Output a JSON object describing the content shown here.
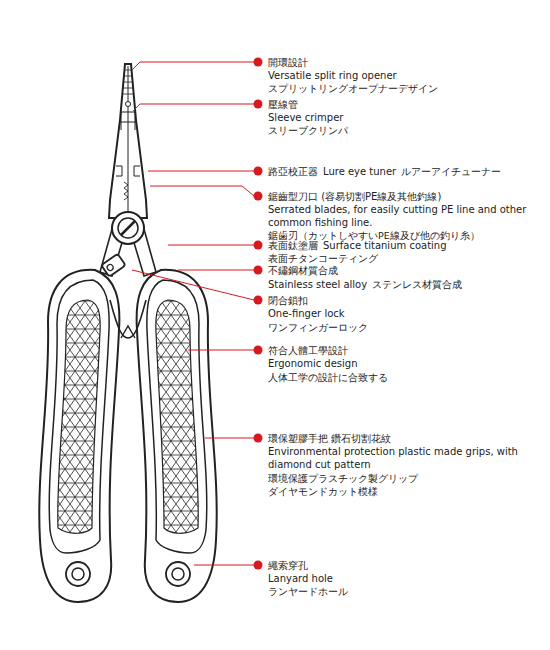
{
  "diagram": {
    "labels": [
      "開環設計",
      "Versatile split ring opener",
      "スプリットリングオープナーデザイン",
      "壓線管",
      "Sleeve crimper",
      "スリーブクリンパ",
      "路亞校正器",
      "Lure eye tuner",
      "ルアーアイチューナー",
      "鋸齒型刀口 (容易切割PE線及其他釣線)",
      "Serrated blades, for easily cutting PE line and other common fishing line.",
      "鋸歯刃（カットしやすいPE線及び他の釣り糸）",
      "表面鈦塗層",
      "Surface titanium coating",
      "表面チタンコーティング",
      "不鏽鋼材質合成",
      "Stainless steel alloy",
      "ステンレス材質合成",
      "閉合鎖扣",
      "One-finger lock",
      "ワンフィンガーロック",
      "符合人體工學設計",
      "Ergonomic design",
      "人体工学の設計に合致する",
      "環保塑膠手把 鑽石切割花紋",
      "Environmental protection plastic made grips, with diamond cut pattern",
      "環境保護プラスチック製グリップ",
      "ダイヤモンドカット模様",
      "繩索穿孔",
      "Lanyard hole",
      "ランヤードホール"
    ]
  }
}
